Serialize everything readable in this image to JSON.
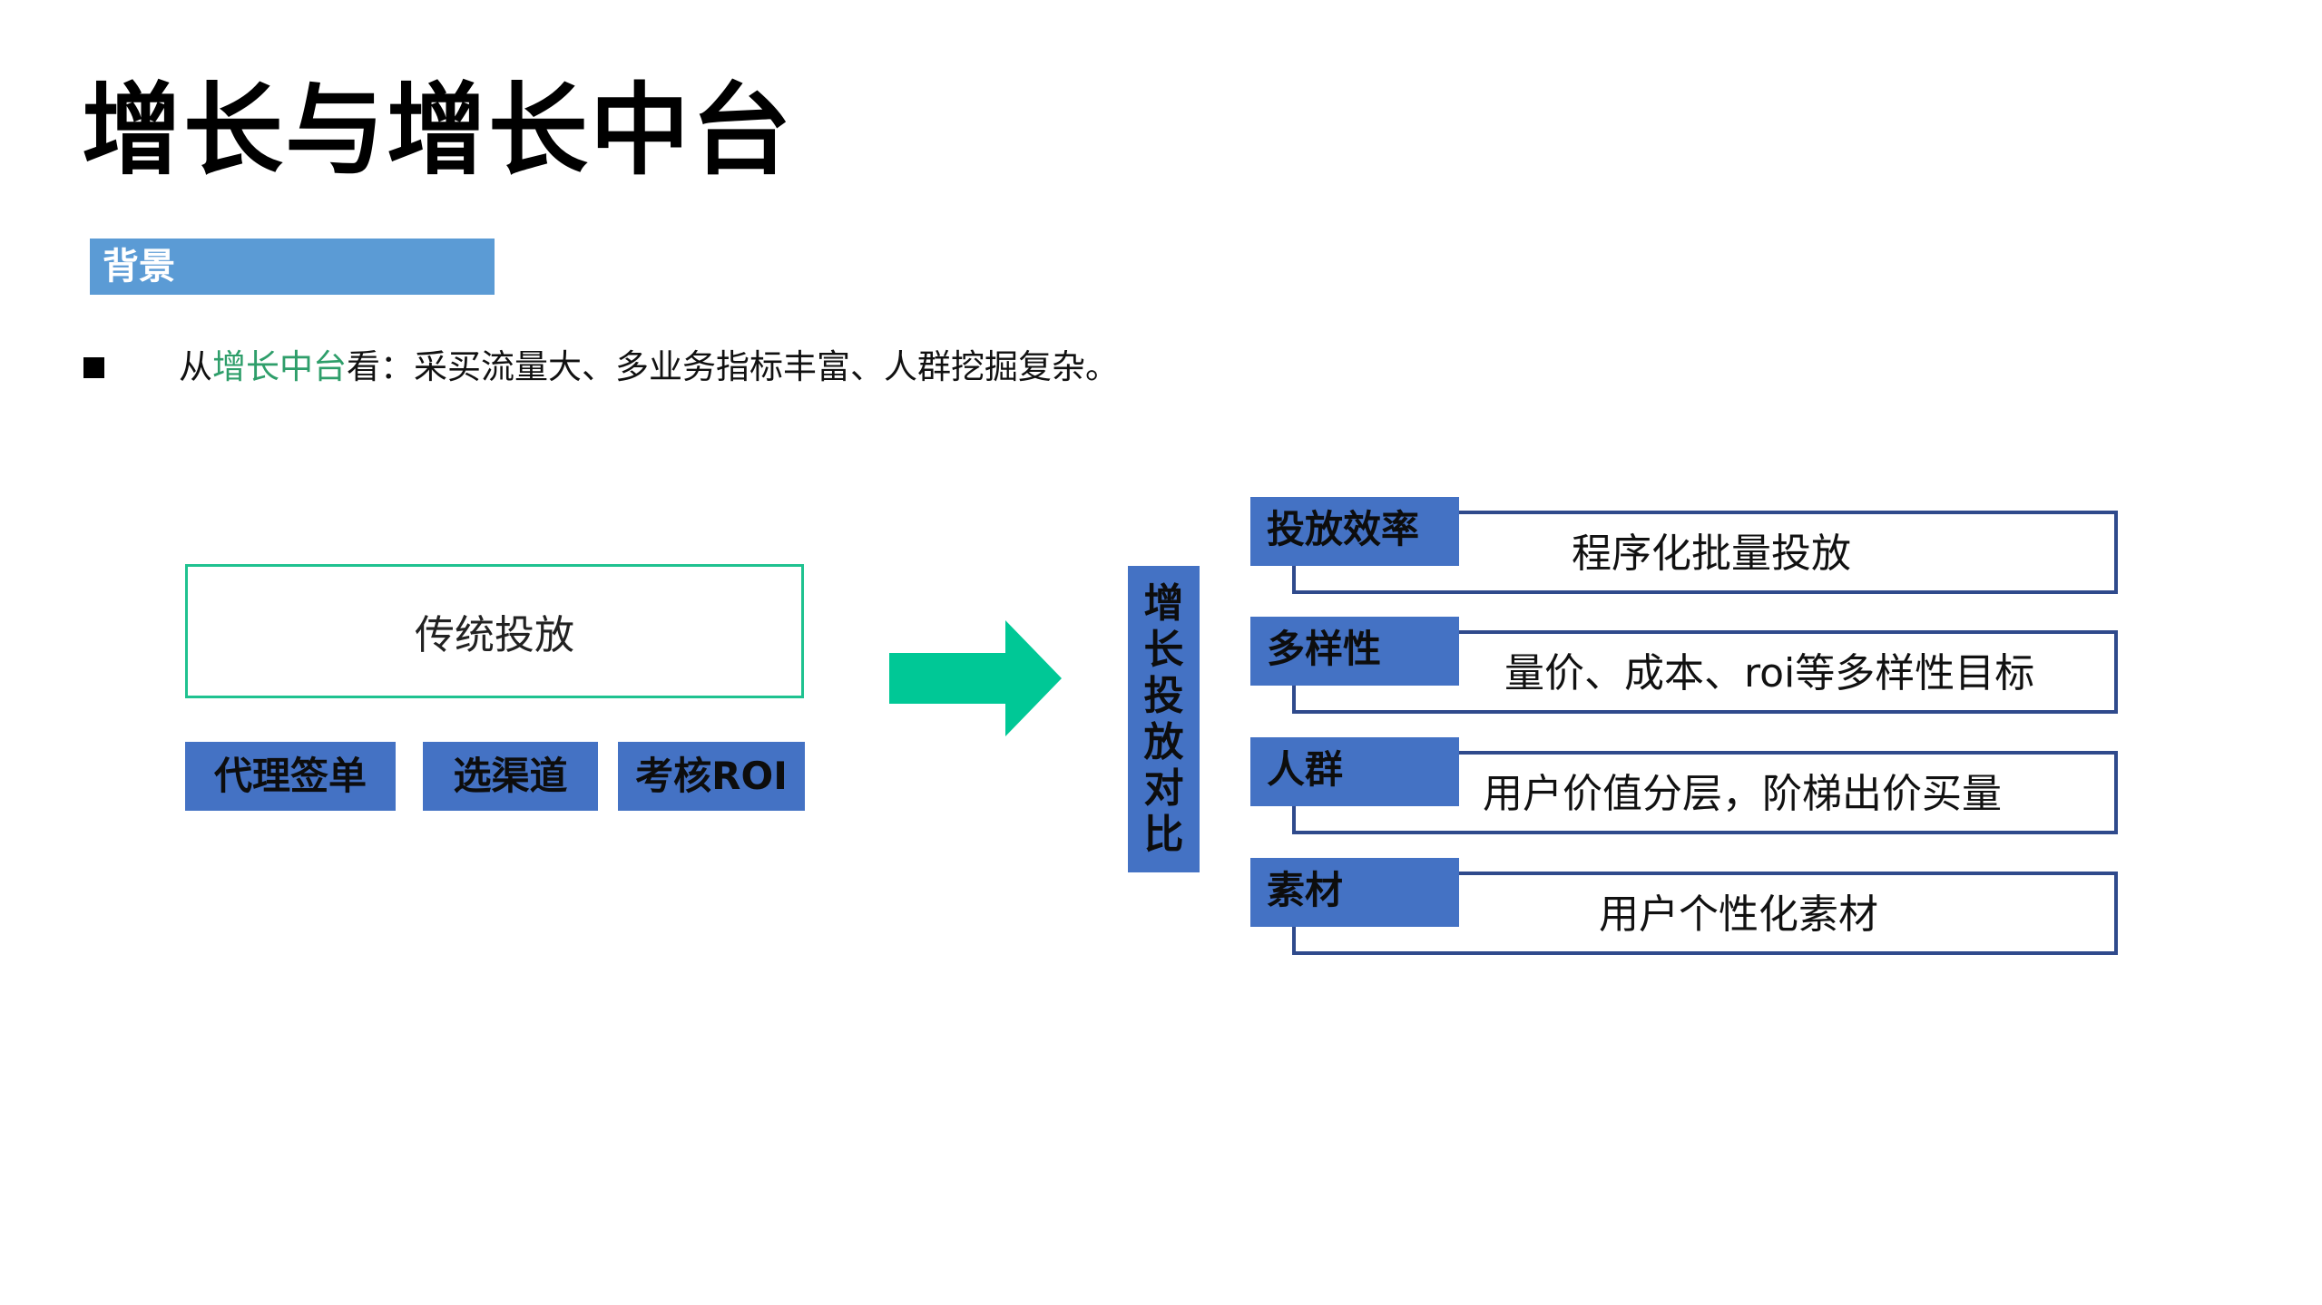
{
  "title": "增长与增长中台",
  "section_tag": "背景",
  "bullet": {
    "prefix": "从",
    "highlight": "增长中台",
    "suffix": "看：采买流量大、多业务指标丰富、人群挖掘复杂。",
    "highlight_color": "#2e9e6a"
  },
  "left": {
    "box_label": "传统投放",
    "tags": [
      "代理签单",
      "选渠道",
      "考核ROI"
    ]
  },
  "vertical_label": [
    "增",
    "长",
    "投",
    "放",
    "对",
    "比"
  ],
  "rows": [
    {
      "tag": "投放效率",
      "text": "程序化批量投放"
    },
    {
      "tag": "多样性",
      "text": "量价、成本、roi等多样性目标"
    },
    {
      "tag": "人群",
      "text": "用户价值分层，阶梯出价买量"
    },
    {
      "tag": "素材",
      "text": "用户个性化素材"
    }
  ],
  "colors": {
    "tag_blue": "#4472c4",
    "section_blue": "#5b9bd5",
    "arrow_green": "#00c896",
    "box_border_green": "#1fc290",
    "row_border_navy": "#2f4a8c"
  }
}
